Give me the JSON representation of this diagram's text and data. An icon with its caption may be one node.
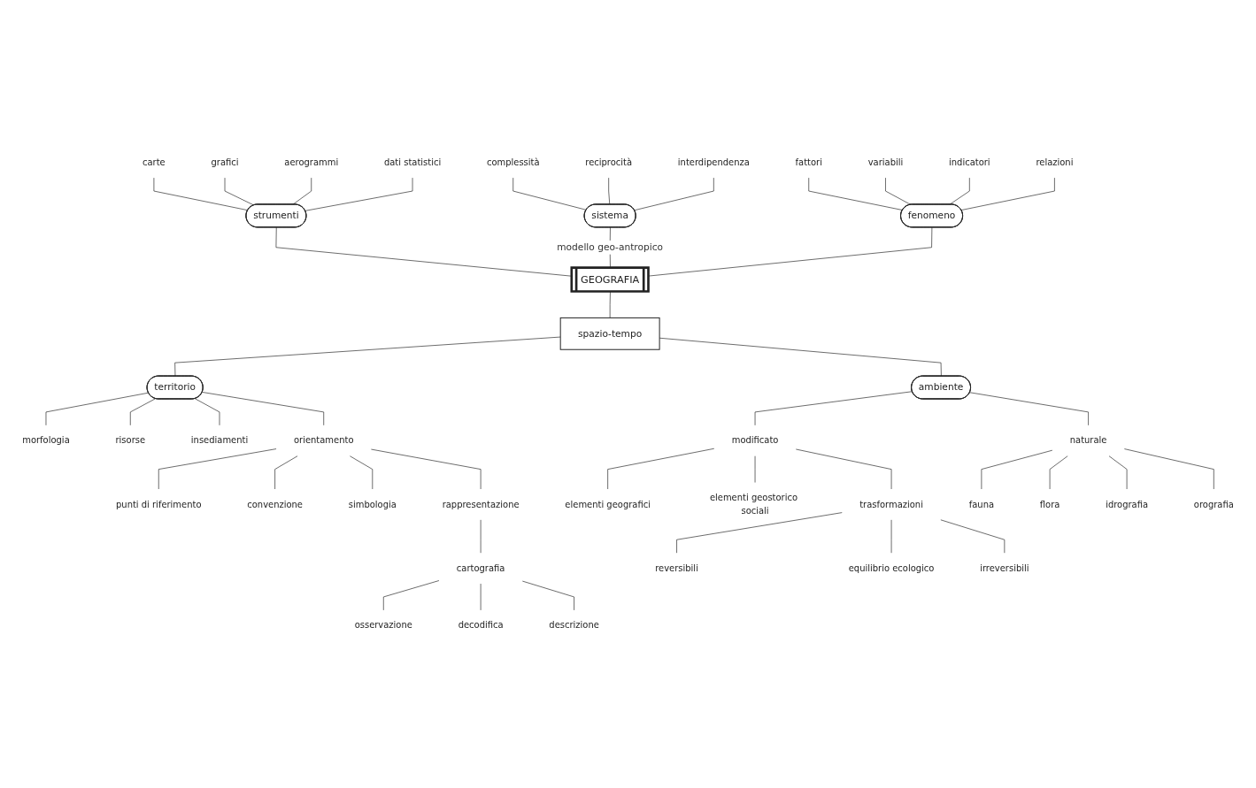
{
  "diagram": {
    "nodes": [
      {
        "text": [
          "complessità"
        ]
      },
      {
        "text": [
          "reciprocità"
        ]
      },
      {
        "text": [
          "interdipendenza"
        ]
      },
      {
        "text": [
          "carte"
        ]
      },
      {
        "text": [
          "grafici"
        ]
      },
      {
        "text": [
          "aerogrammi"
        ]
      },
      {
        "text": [
          "dati statistici"
        ]
      },
      {
        "text": [
          "sistema"
        ]
      },
      {
        "text": [
          "fattori"
        ]
      },
      {
        "text": [
          "variabili"
        ]
      },
      {
        "text": [
          "indicatori"
        ]
      },
      {
        "text": [
          "relazioni"
        ]
      },
      {
        "text": [
          "strumenti"
        ]
      },
      {
        "text": [
          "fenomeno"
        ]
      },
      {
        "text": [
          "GEOGRAFIA"
        ]
      },
      {
        "text": [
          "spazio-tempo"
        ]
      },
      {
        "text": [
          "territorio"
        ]
      },
      {
        "text": [
          "ambiente"
        ]
      },
      {
        "text": [
          "morfologia"
        ]
      },
      {
        "text": [
          "orientamento"
        ]
      },
      {
        "text": [
          "insediamenti"
        ]
      },
      {
        "text": [
          "risorse"
        ]
      },
      {
        "text": [
          "modificato"
        ]
      },
      {
        "text": [
          "naturale"
        ]
      },
      {
        "text": [
          "elementi geografici"
        ]
      },
      {
        "text": [
          "fauna"
        ]
      },
      {
        "text": [
          "orografia"
        ]
      },
      {
        "text": [
          "punti di riferimento"
        ]
      },
      {
        "text": [
          "rappresentazione"
        ]
      },
      {
        "text": [
          "flora"
        ]
      },
      {
        "text": [
          "idrografia"
        ]
      },
      {
        "text": [
          "convenzione"
        ]
      },
      {
        "text": [
          "cartografia"
        ]
      },
      {
        "text": [
          "elementi geostorico sociali"
        ]
      },
      {
        "text": [
          "simbologia"
        ]
      },
      {
        "text": [
          "trasformazioni"
        ]
      },
      {
        "text": [
          "irreversibili"
        ]
      },
      {
        "text": [
          "reversibili"
        ]
      },
      {
        "text": [
          "descrizione"
        ]
      },
      {
        "text": [
          "osservazione"
        ]
      },
      {
        "text": [
          "equilibrio ecologico"
        ]
      },
      {
        "text": [
          "decodifica"
        ]
      }
    ],
    "edges": [
      {
        "from": 0,
        "to": 7,
        "arrow": "none"
      },
      {
        "from": 1,
        "to": 7,
        "arrow": "none"
      },
      {
        "from": 2,
        "to": 7,
        "arrow": "none"
      },
      {
        "from": 3,
        "to": 12,
        "arrow": "none"
      },
      {
        "from": 4,
        "to": 12,
        "arrow": "none"
      },
      {
        "from": 5,
        "to": 12,
        "arrow": "none"
      },
      {
        "from": 6,
        "to": 12,
        "arrow": "none"
      },
      {
        "from": 8,
        "to": 13,
        "arrow": "none"
      },
      {
        "from": 9,
        "to": 13,
        "arrow": "none"
      },
      {
        "from": 10,
        "to": 13,
        "arrow": "none"
      },
      {
        "from": 11,
        "to": 13,
        "arrow": "none"
      },
      {
        "from": 12,
        "to": 14,
        "arrow": "none"
      },
      {
        "from": 7,
        "to": 14,
        "label": "modello geo-antropico",
        "arrow": "none"
      },
      {
        "from": 13,
        "to": 14,
        "arrow": "none"
      },
      {
        "from": 14,
        "to": 15,
        "arrow": "none"
      },
      {
        "from": 15,
        "to": 16,
        "arrow": "none"
      },
      {
        "from": 15,
        "to": 17,
        "arrow": "none"
      },
      {
        "from": 16,
        "to": 18,
        "arrow": "none"
      },
      {
        "from": 16,
        "to": 21,
        "arrow": "none"
      },
      {
        "from": 16,
        "to": 20,
        "arrow": "none"
      },
      {
        "from": 16,
        "to": 19,
        "arrow": "none"
      },
      {
        "from": 17,
        "to": 22,
        "arrow": "none"
      },
      {
        "from": 17,
        "to": 23,
        "arrow": "none"
      },
      {
        "from": 19,
        "to": 27,
        "arrow": "none"
      },
      {
        "from": 19,
        "to": 31,
        "arrow": "none"
      },
      {
        "from": 19,
        "to": 34,
        "arrow": "none"
      },
      {
        "from": 19,
        "to": 28,
        "arrow": "none"
      },
      {
        "from": 28,
        "to": 32,
        "arrow": "none"
      },
      {
        "from": 32,
        "to": 39,
        "arrow": "none"
      },
      {
        "from": 32,
        "to": 41,
        "arrow": "none"
      },
      {
        "from": 32,
        "to": 38,
        "arrow": "none"
      },
      {
        "from": 22,
        "to": 24,
        "arrow": "none"
      },
      {
        "from": 22,
        "to": 33,
        "arrow": "none"
      },
      {
        "from": 22,
        "to": 35,
        "arrow": "none"
      },
      {
        "from": 23,
        "to": 25,
        "arrow": "none"
      },
      {
        "from": 23,
        "to": 29,
        "arrow": "none"
      },
      {
        "from": 23,
        "to": 30,
        "arrow": "none"
      },
      {
        "from": 23,
        "to": 26,
        "arrow": "none"
      },
      {
        "from": 35,
        "to": 37,
        "arrow": "none"
      },
      {
        "from": 35,
        "to": 40,
        "arrow": "none"
      },
      {
        "from": 35,
        "to": 36,
        "arrow": "none"
      }
    ]
  }
}
